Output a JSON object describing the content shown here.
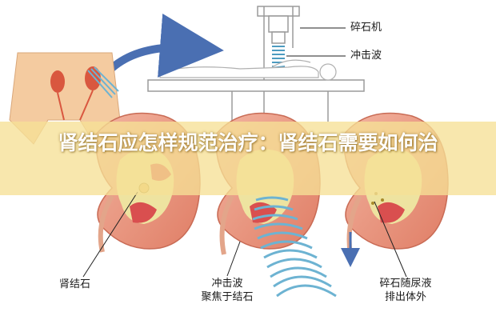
{
  "title": "肾结石应怎样规范治疗：肾结石需要如何治",
  "labels": {
    "lithotripter": "碎石机",
    "shockwave": "冲击波",
    "kidney_stone": "肾结石",
    "focus_line1": "冲击波",
    "focus_line2": "聚焦于结石",
    "pass_line1": "碎石随尿液",
    "pass_line2": "排出体外"
  },
  "colors": {
    "kidney": "#e8967e",
    "medulla": "#d94f4f",
    "fat": "#eee3a0",
    "arrow": "#4a6fb2",
    "wave": "#6db3d2",
    "banner": "#f6e096"
  }
}
